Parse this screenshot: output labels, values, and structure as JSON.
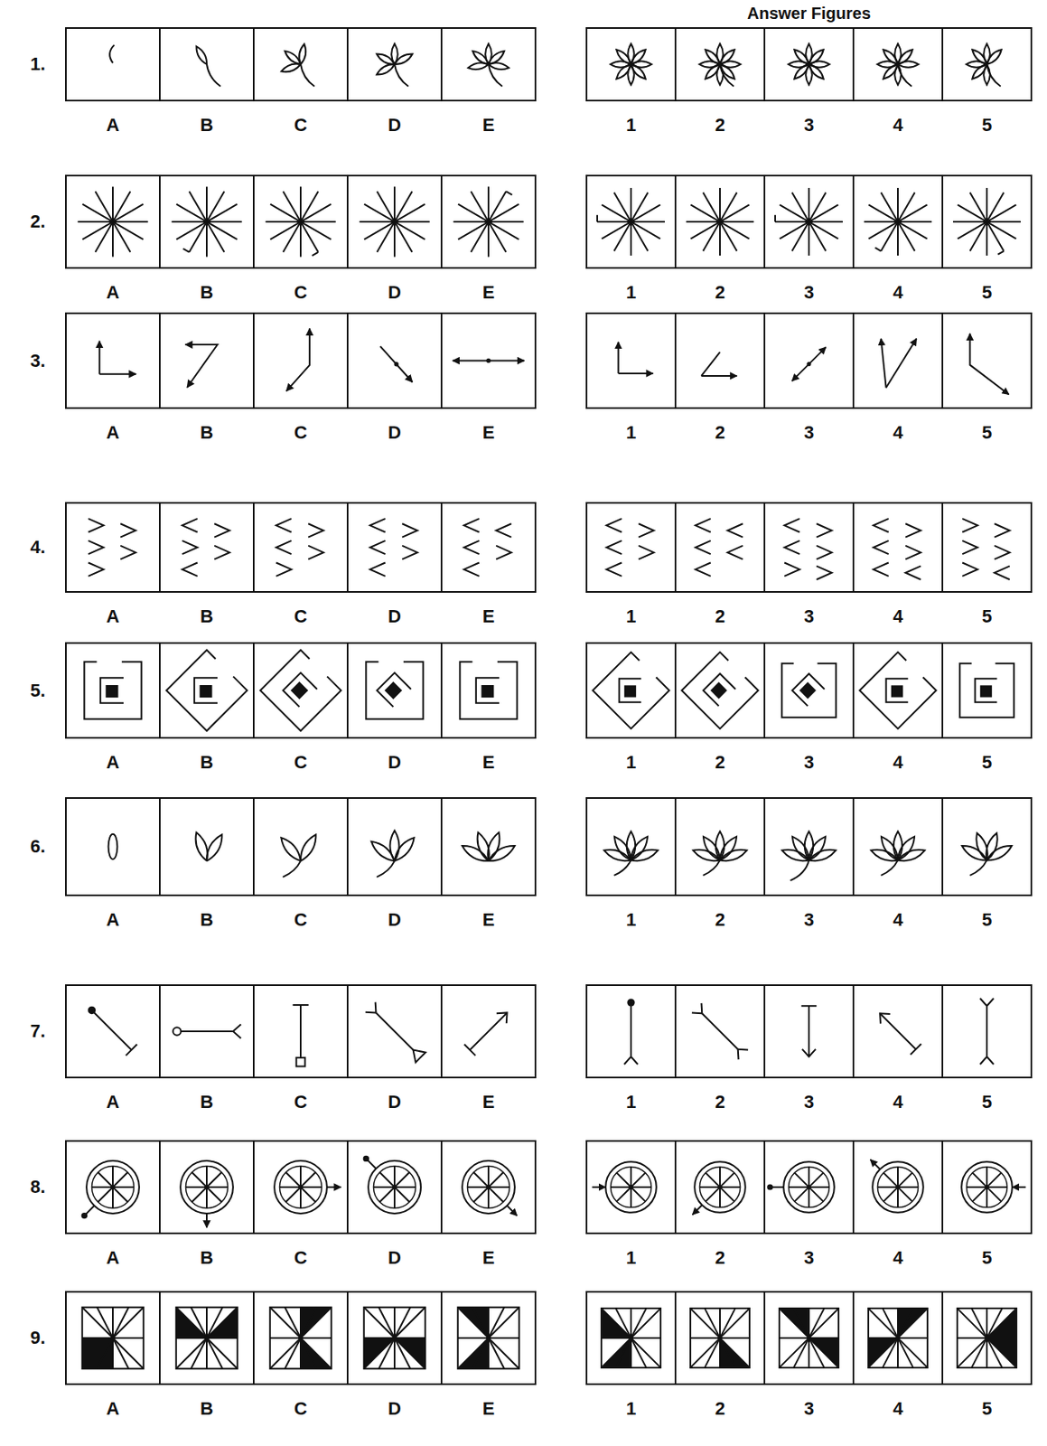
{
  "diagram": {
    "title": "Answer Figures",
    "labels": [
      "1.",
      "A",
      "B",
      "C",
      "D",
      "E",
      "1",
      "2",
      "3",
      "4",
      "5",
      "2.",
      "A",
      "B",
      "C",
      "D",
      "E",
      "1",
      "2",
      "3",
      "4",
      "5",
      "3.",
      "A",
      "B",
      "C",
      "D",
      "E",
      "1",
      "2",
      "3",
      "4",
      "5",
      "4.",
      "A",
      "B",
      "C",
      "D",
      "E",
      "1",
      "2",
      "3",
      "4",
      "5",
      "5.",
      "A",
      "B",
      "C",
      "D",
      "E",
      "1",
      "2",
      "3",
      "4",
      "5",
      "6.",
      "A",
      "B",
      "C",
      "D",
      "E",
      "1",
      "2",
      "3",
      "4",
      "5",
      "7.",
      "A",
      "B",
      "C",
      "D",
      "E",
      "1",
      "2",
      "3",
      "4",
      "5",
      "8.",
      "A",
      "B",
      "C",
      "D",
      "E",
      "1",
      "2",
      "3",
      "4",
      "5",
      "9.",
      "A",
      "B",
      "C",
      "D",
      "E",
      "1",
      "2",
      "3",
      "4",
      "5"
    ]
  }
}
